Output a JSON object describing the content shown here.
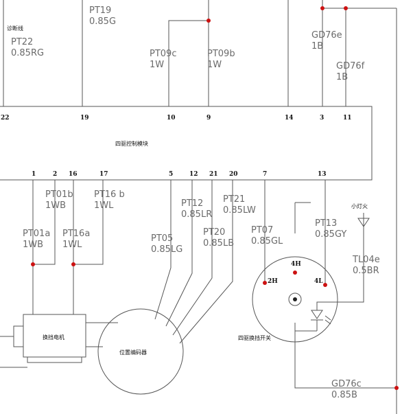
{
  "module_title": "四驱控制模块",
  "note": "诊断线",
  "top_pins": [
    "22",
    "19",
    "10",
    "9",
    "14",
    "3",
    "11"
  ],
  "bottom_pins": [
    "1",
    "2",
    "16",
    "17",
    "5",
    "12",
    "21",
    "20",
    "7",
    "13"
  ],
  "wire_labels": [
    {
      "id": "PT22",
      "lines": [
        "PT22",
        "0.85RG"
      ]
    },
    {
      "id": "PT19",
      "lines": [
        "PT19",
        "0.85G"
      ]
    },
    {
      "id": "PT09c",
      "lines": [
        "PT09c",
        "1W"
      ]
    },
    {
      "id": "PT09b",
      "lines": [
        "PT09b",
        "1W"
      ]
    },
    {
      "id": "GD76e",
      "lines": [
        "GD76e",
        "1B"
      ]
    },
    {
      "id": "GD76f",
      "lines": [
        "GD76f",
        "1B"
      ]
    },
    {
      "id": "PT01b",
      "lines": [
        "PT01b",
        "1WB"
      ]
    },
    {
      "id": "PT16b",
      "lines": [
        "PT16 b",
        "1WL"
      ]
    },
    {
      "id": "PT01a",
      "lines": [
        "PT01a",
        "1WB"
      ]
    },
    {
      "id": "PT16a",
      "lines": [
        "PT16a",
        "1WL"
      ]
    },
    {
      "id": "PT12",
      "lines": [
        "PT12",
        "0.85LR"
      ]
    },
    {
      "id": "PT21",
      "lines": [
        "PT21",
        "0.85LW"
      ]
    },
    {
      "id": "PT05",
      "lines": [
        "PT05",
        "0.85LG"
      ]
    },
    {
      "id": "PT20",
      "lines": [
        "PT20",
        "0.85LB"
      ]
    },
    {
      "id": "PT07",
      "lines": [
        "PT07",
        "0.85GL"
      ]
    },
    {
      "id": "PT13",
      "lines": [
        "PT13",
        "0.85GY"
      ]
    },
    {
      "id": "TL04e",
      "lines": [
        "TL04e",
        "0.5BR"
      ]
    },
    {
      "id": "GD76c",
      "lines": [
        "GD76c",
        "0.85B"
      ]
    }
  ],
  "components": {
    "motor": "换挡电机",
    "encoder": "位置编码器",
    "switch": "四驱换挡开关",
    "lamp": "小灯火"
  },
  "switch_terminals": [
    "4H",
    "2H",
    "4L"
  ]
}
